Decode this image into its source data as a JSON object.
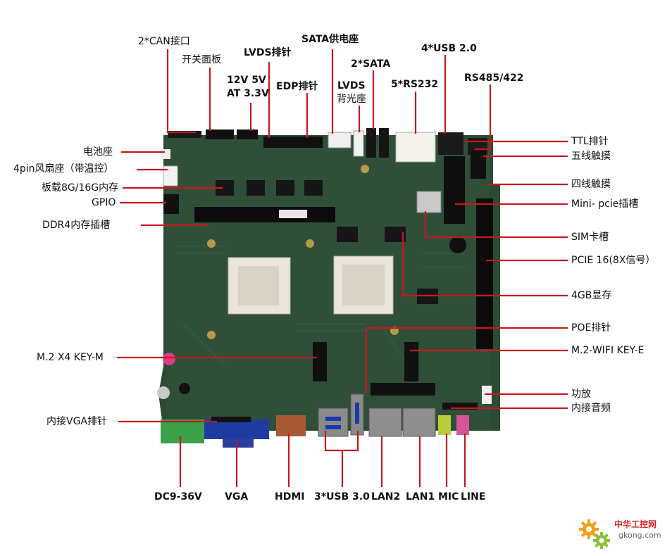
{
  "top_labels": {
    "can": "2*CAN接口",
    "switch_panel": "开关面板",
    "power_line1": "12V 5V",
    "power_line2": "AT 3.3V",
    "lvds_header": "LVDS排针",
    "edp_header": "EDP排针",
    "sata_power": "SATA供电座",
    "lvds_bl_line1": "LVDS",
    "lvds_bl_line2": "背光座",
    "sata2": "2*SATA",
    "rs232": "5*RS232",
    "usb2": "4*USB 2.0",
    "rs485": "RS485/422"
  },
  "left_labels": {
    "battery": "电池座",
    "fan": "4pin风扇座（带温控）",
    "onboard_mem": "板载8G/16G内存",
    "gpio": "GPIO",
    "ddr4": "DDR4内存插槽",
    "m2_key_m": "M.2  X4  KEY-M",
    "vga_header": "内接VGA排针"
  },
  "right_labels": {
    "ttl": "TTL排针",
    "touch5": "五线触摸",
    "touch4": "四线触摸",
    "minipcie": "Mini- pcie插槽",
    "sim": "SIM卡槽",
    "pcie16": "PCIE 16(8X信号）",
    "vram": "4GB显存",
    "poe": "POE排针",
    "m2_wifi": "M.2-WIFI  KEY-E",
    "amp": "功放",
    "audio": "内接音频"
  },
  "bottom_labels": {
    "dc": "DC9-36V",
    "vga": "VGA",
    "hdmi": "HDMI",
    "usb3": "3*USB 3.0",
    "lan2": "LAN2",
    "lan1": "LAN1",
    "mic": "MIC",
    "line": "LINE"
  },
  "watermark": {
    "site_cn": "中华工控网",
    "url": "gkong.com"
  },
  "colors": {
    "pcb": "#2c4a34",
    "leader": "#c8171d",
    "chip": "#e9e4dc"
  }
}
